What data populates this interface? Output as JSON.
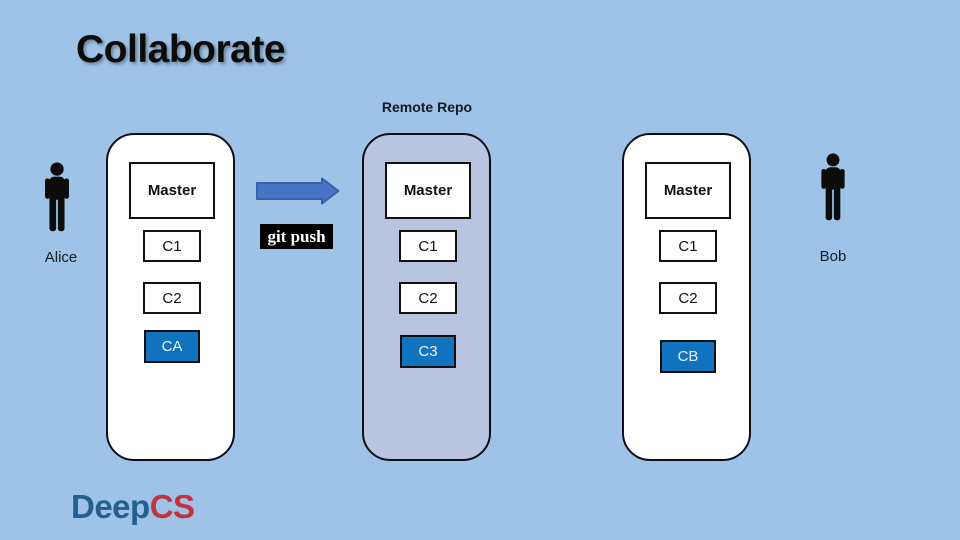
{
  "slide": {
    "title": "Collaborate"
  },
  "remote_repo_label": "Remote Repo",
  "actors": {
    "left": "Alice",
    "right": "Bob"
  },
  "arrow": {
    "label": "git push"
  },
  "repos": [
    {
      "name": "alice-local-repo",
      "branch_label": "Master",
      "commits": [
        "C1",
        "C2"
      ],
      "highlight_commit": "CA"
    },
    {
      "name": "remote-repo",
      "branch_label": "Master",
      "commits": [
        "C1",
        "C2"
      ],
      "highlight_commit": "C3"
    },
    {
      "name": "bob-local-repo",
      "branch_label": "Master",
      "commits": [
        "C1",
        "C2"
      ],
      "highlight_commit": "CB"
    }
  ],
  "logo": {
    "part1": "Deep",
    "part2": "CS"
  },
  "colors": {
    "background": "#9FC3E7",
    "remote_repo_fill": "#B8C4E0",
    "highlight_commit_bg": "#1173BE",
    "highlight_commit_text": "#EAF4FC",
    "arrow_fill": "#4874C6",
    "arrow_stroke": "#3662A8",
    "logo_deep": "#23608E",
    "logo_cs": "#C3323E"
  }
}
